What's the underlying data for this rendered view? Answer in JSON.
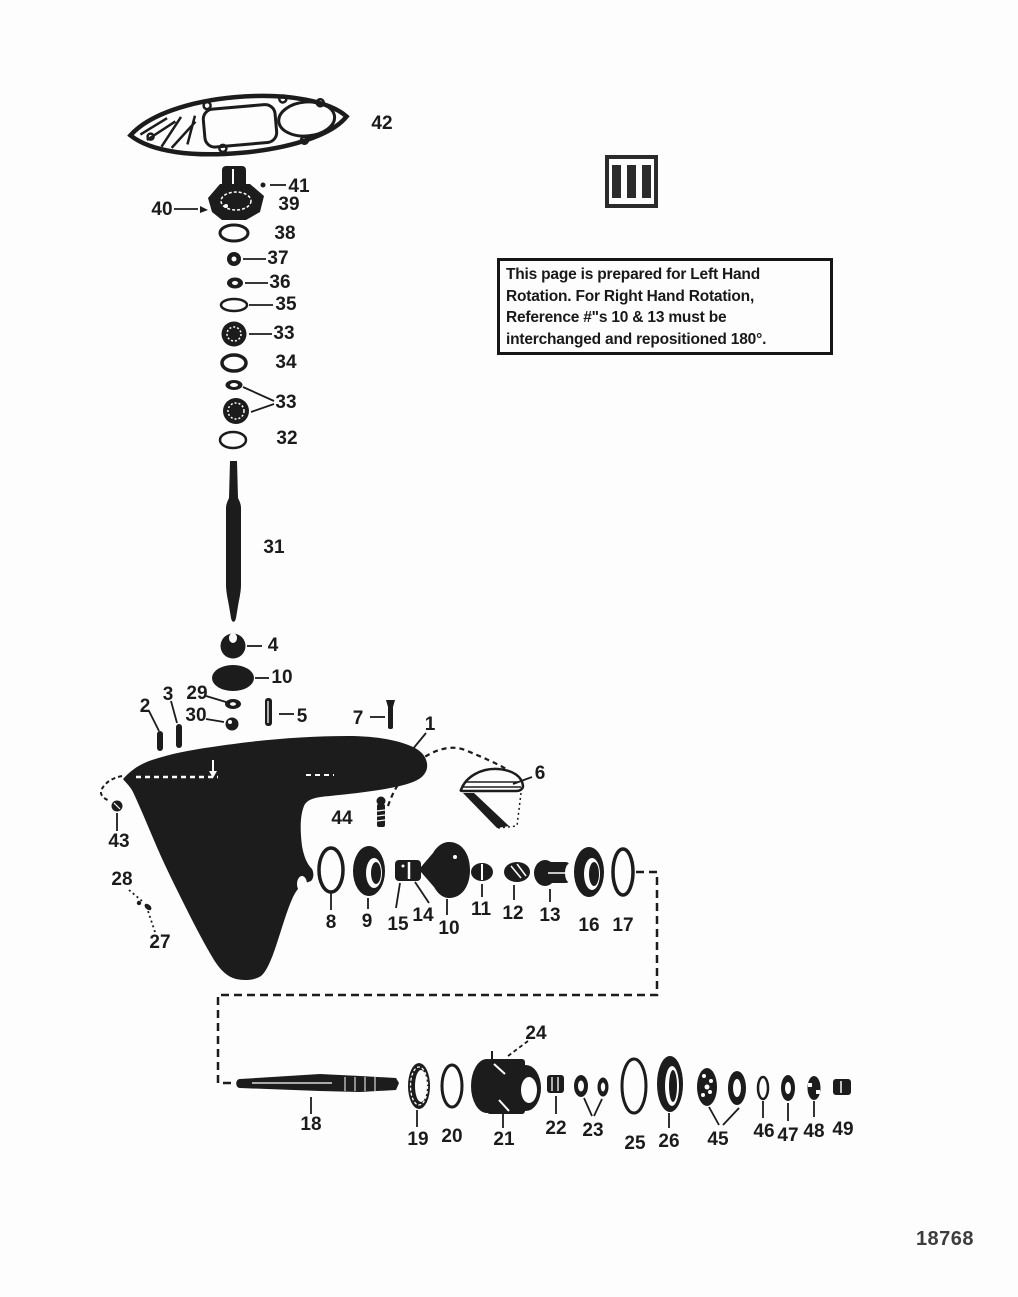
{
  "diagram": {
    "rotation_note": {
      "line1": "This page is prepared for Left Hand",
      "line2": "Rotation.  For Right Hand Rotation,",
      "line3": "Reference #\"s 10 & 13 must be",
      "line4": "interchanged and repositioned 180°."
    },
    "drawing_number": "18768",
    "callouts": {
      "c1": "1",
      "c2": "2",
      "c3": "3",
      "c4": "4",
      "c5": "5",
      "c6": "6",
      "c7": "7",
      "c8": "8",
      "c9": "9",
      "c10a": "10",
      "c10b": "10",
      "c11": "11",
      "c12": "12",
      "c13": "13",
      "c14": "14",
      "c15": "15",
      "c16": "16",
      "c17": "17",
      "c18": "18",
      "c19": "19",
      "c20": "20",
      "c21": "21",
      "c22": "22",
      "c23": "23",
      "c24": "24",
      "c25": "25",
      "c26": "26",
      "c27": "27",
      "c28": "28",
      "c29": "29",
      "c30": "30",
      "c31": "31",
      "c32": "32",
      "c33a": "33",
      "c33b": "33",
      "c34": "34",
      "c35": "35",
      "c36": "36",
      "c37": "37",
      "c38": "38",
      "c39": "39",
      "c40": "40",
      "c41": "41",
      "c42": "42",
      "c43": "43",
      "c44": "44",
      "c45": "45",
      "c46": "46",
      "c47": "47",
      "c48": "48",
      "c49": "49"
    }
  }
}
